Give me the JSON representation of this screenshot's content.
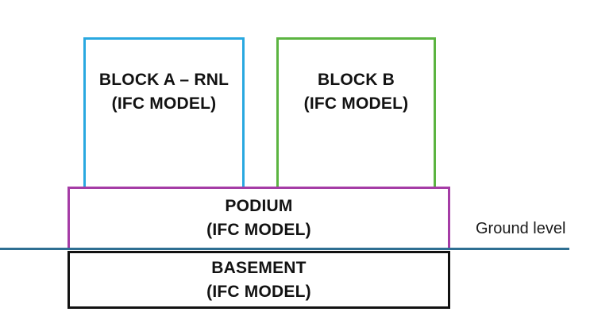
{
  "diagram": {
    "blocks": [
      {
        "id": "block-a",
        "line1": "BLOCK A – RNL",
        "line2": "(IFC MODEL)",
        "border_color": "#29a8e0"
      },
      {
        "id": "block-b",
        "line1": "BLOCK B",
        "line2": "(IFC MODEL)",
        "border_color": "#5bb440"
      },
      {
        "id": "podium",
        "line1": "PODIUM",
        "line2": "(IFC MODEL)",
        "border_color": "#a53ca6"
      },
      {
        "id": "basement",
        "line1": "BASEMENT",
        "line2": "(IFC MODEL)",
        "border_color": "#111111"
      }
    ],
    "ground": {
      "label": "Ground level",
      "line_color": "#2e6f92"
    }
  }
}
